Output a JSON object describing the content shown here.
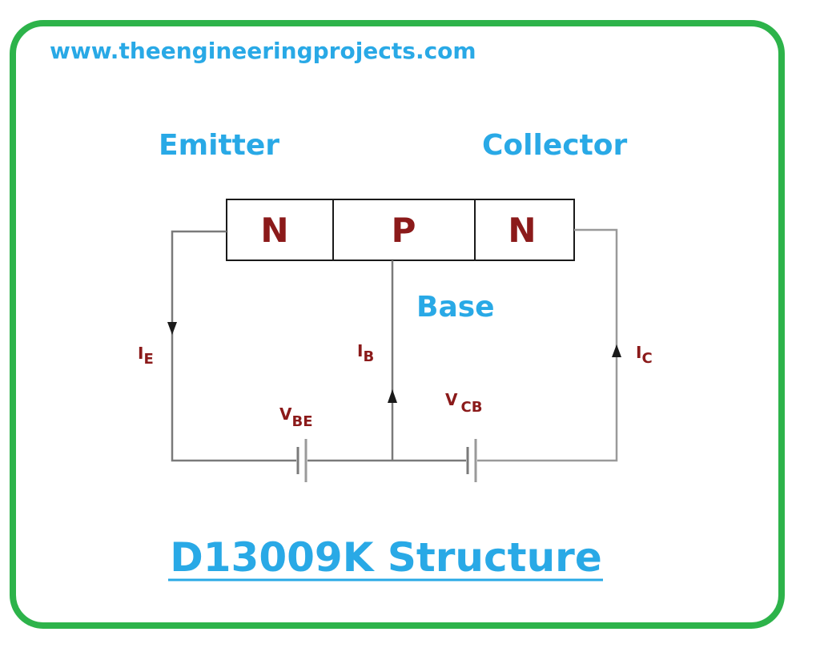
{
  "header": {
    "site_url": "www.theengineeringprojects.com"
  },
  "terminals": {
    "emitter": "Emitter",
    "collector": "Collector",
    "base": "Base"
  },
  "regions": {
    "left": "N",
    "middle": "P",
    "right": "N"
  },
  "currents": {
    "emitter": {
      "symbol": "I",
      "subscript": "E"
    },
    "base": {
      "symbol": "I",
      "subscript": "B"
    },
    "collector": {
      "symbol": "I",
      "subscript": "C"
    }
  },
  "voltages": {
    "base_emitter": {
      "symbol": "V",
      "subscript": "BE"
    },
    "collector_base": {
      "symbol": "V",
      "subscript": "CB"
    }
  },
  "title": "D13009K Structure",
  "colors": {
    "frame": "#2db34a",
    "label_blue": "#29a9e6",
    "label_dark_red": "#8b1a1a",
    "wire": "#7a7a7a"
  }
}
